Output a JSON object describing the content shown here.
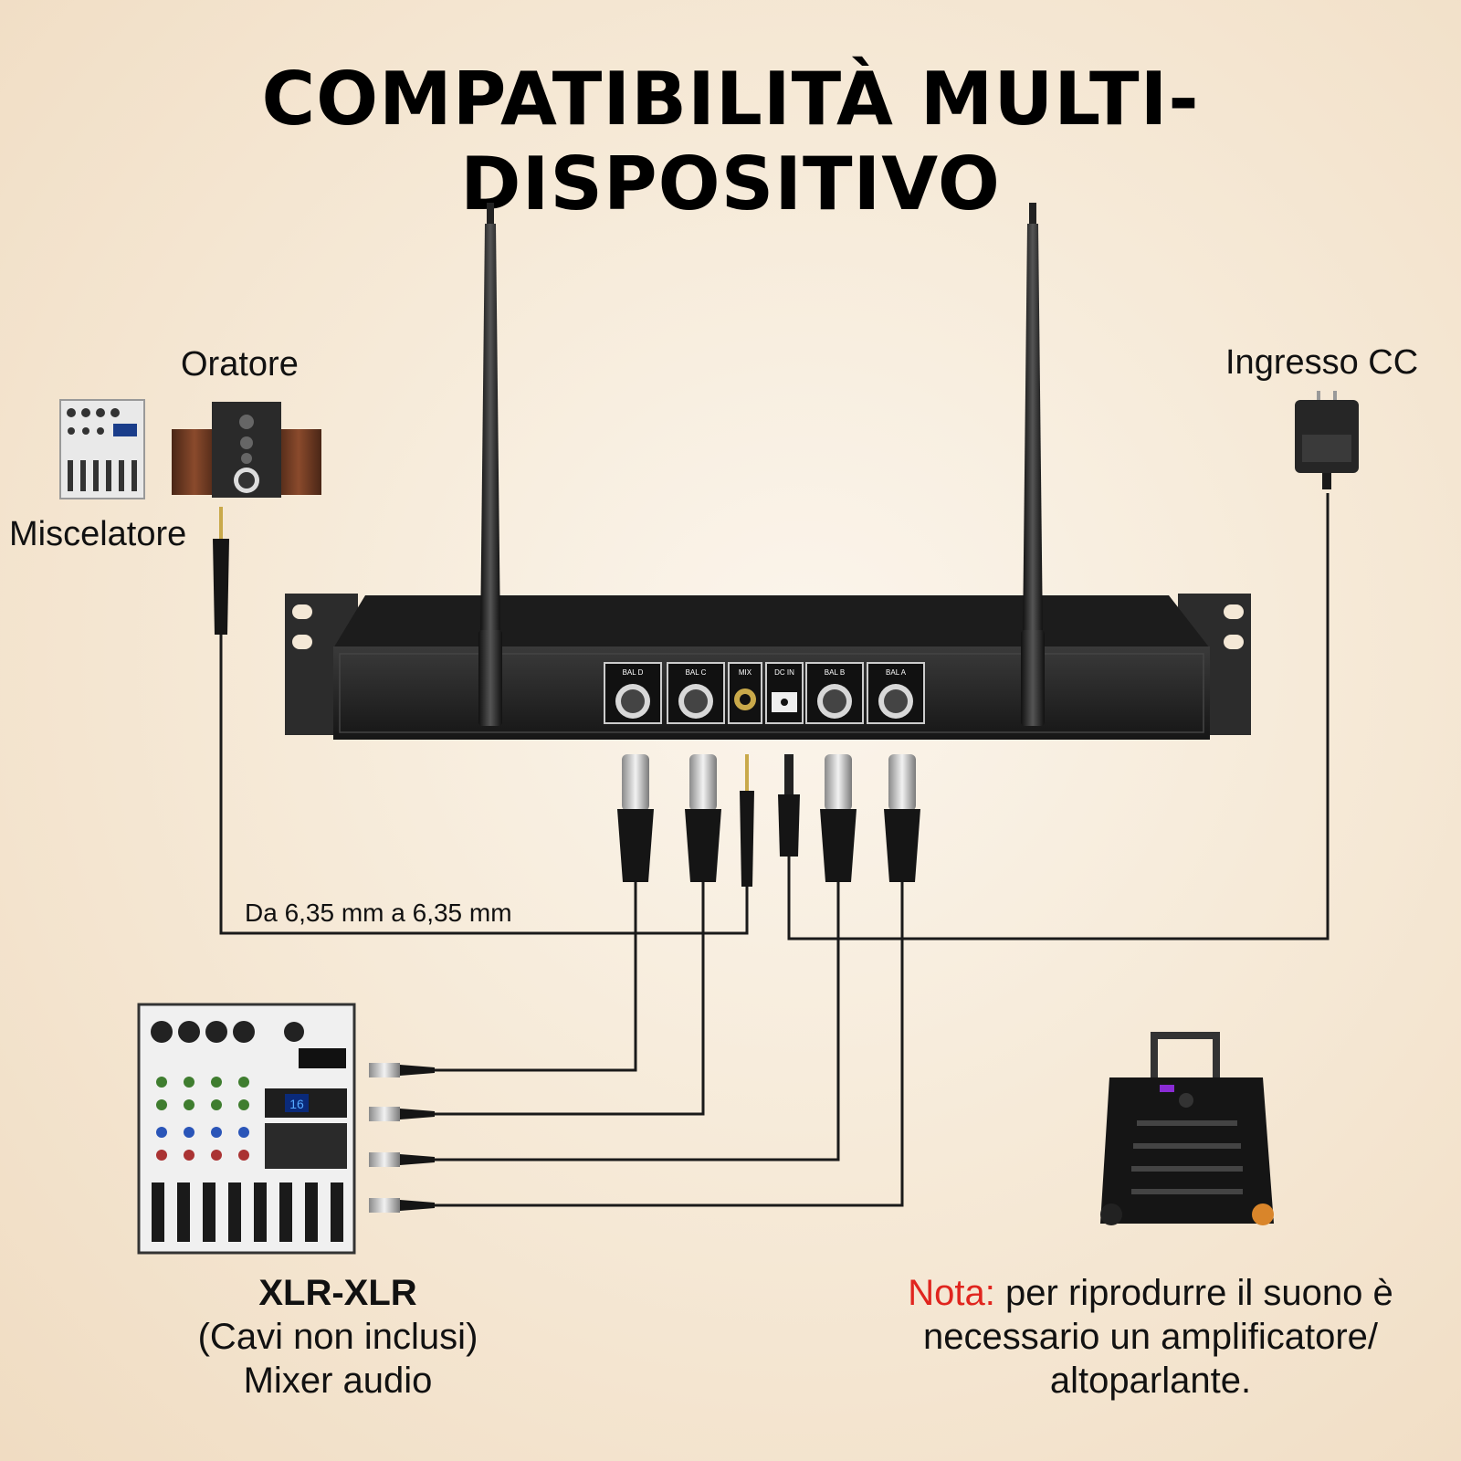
{
  "title": "COMPATIBILITÀ MULTI-DISPOSITIVO",
  "labels": {
    "speaker": "Oratore",
    "mixer_small": "Miscelatore",
    "dc_input": "Ingresso CC",
    "cable_jack": "Da 6,35 mm a 6,35 mm",
    "xlr_title": "XLR-XLR",
    "xlr_subtitle": "(Cavi non inclusi)",
    "audio_mixer": "Mixer audio",
    "note_prefix": "Nota:",
    "note_line1": " per riprodurre il suono è",
    "note_line2": "necessario un amplificatore/",
    "note_line3": "altoparlante."
  },
  "receiver_ports": [
    "BAL D",
    "BAL C",
    "MIX",
    "DC IN",
    "BAL B",
    "BAL A"
  ],
  "mixer_display": "16",
  "colors": {
    "receiver_body": "#2a2a2a",
    "cable": "#1a1a1a",
    "note_accent": "#e0251e"
  }
}
